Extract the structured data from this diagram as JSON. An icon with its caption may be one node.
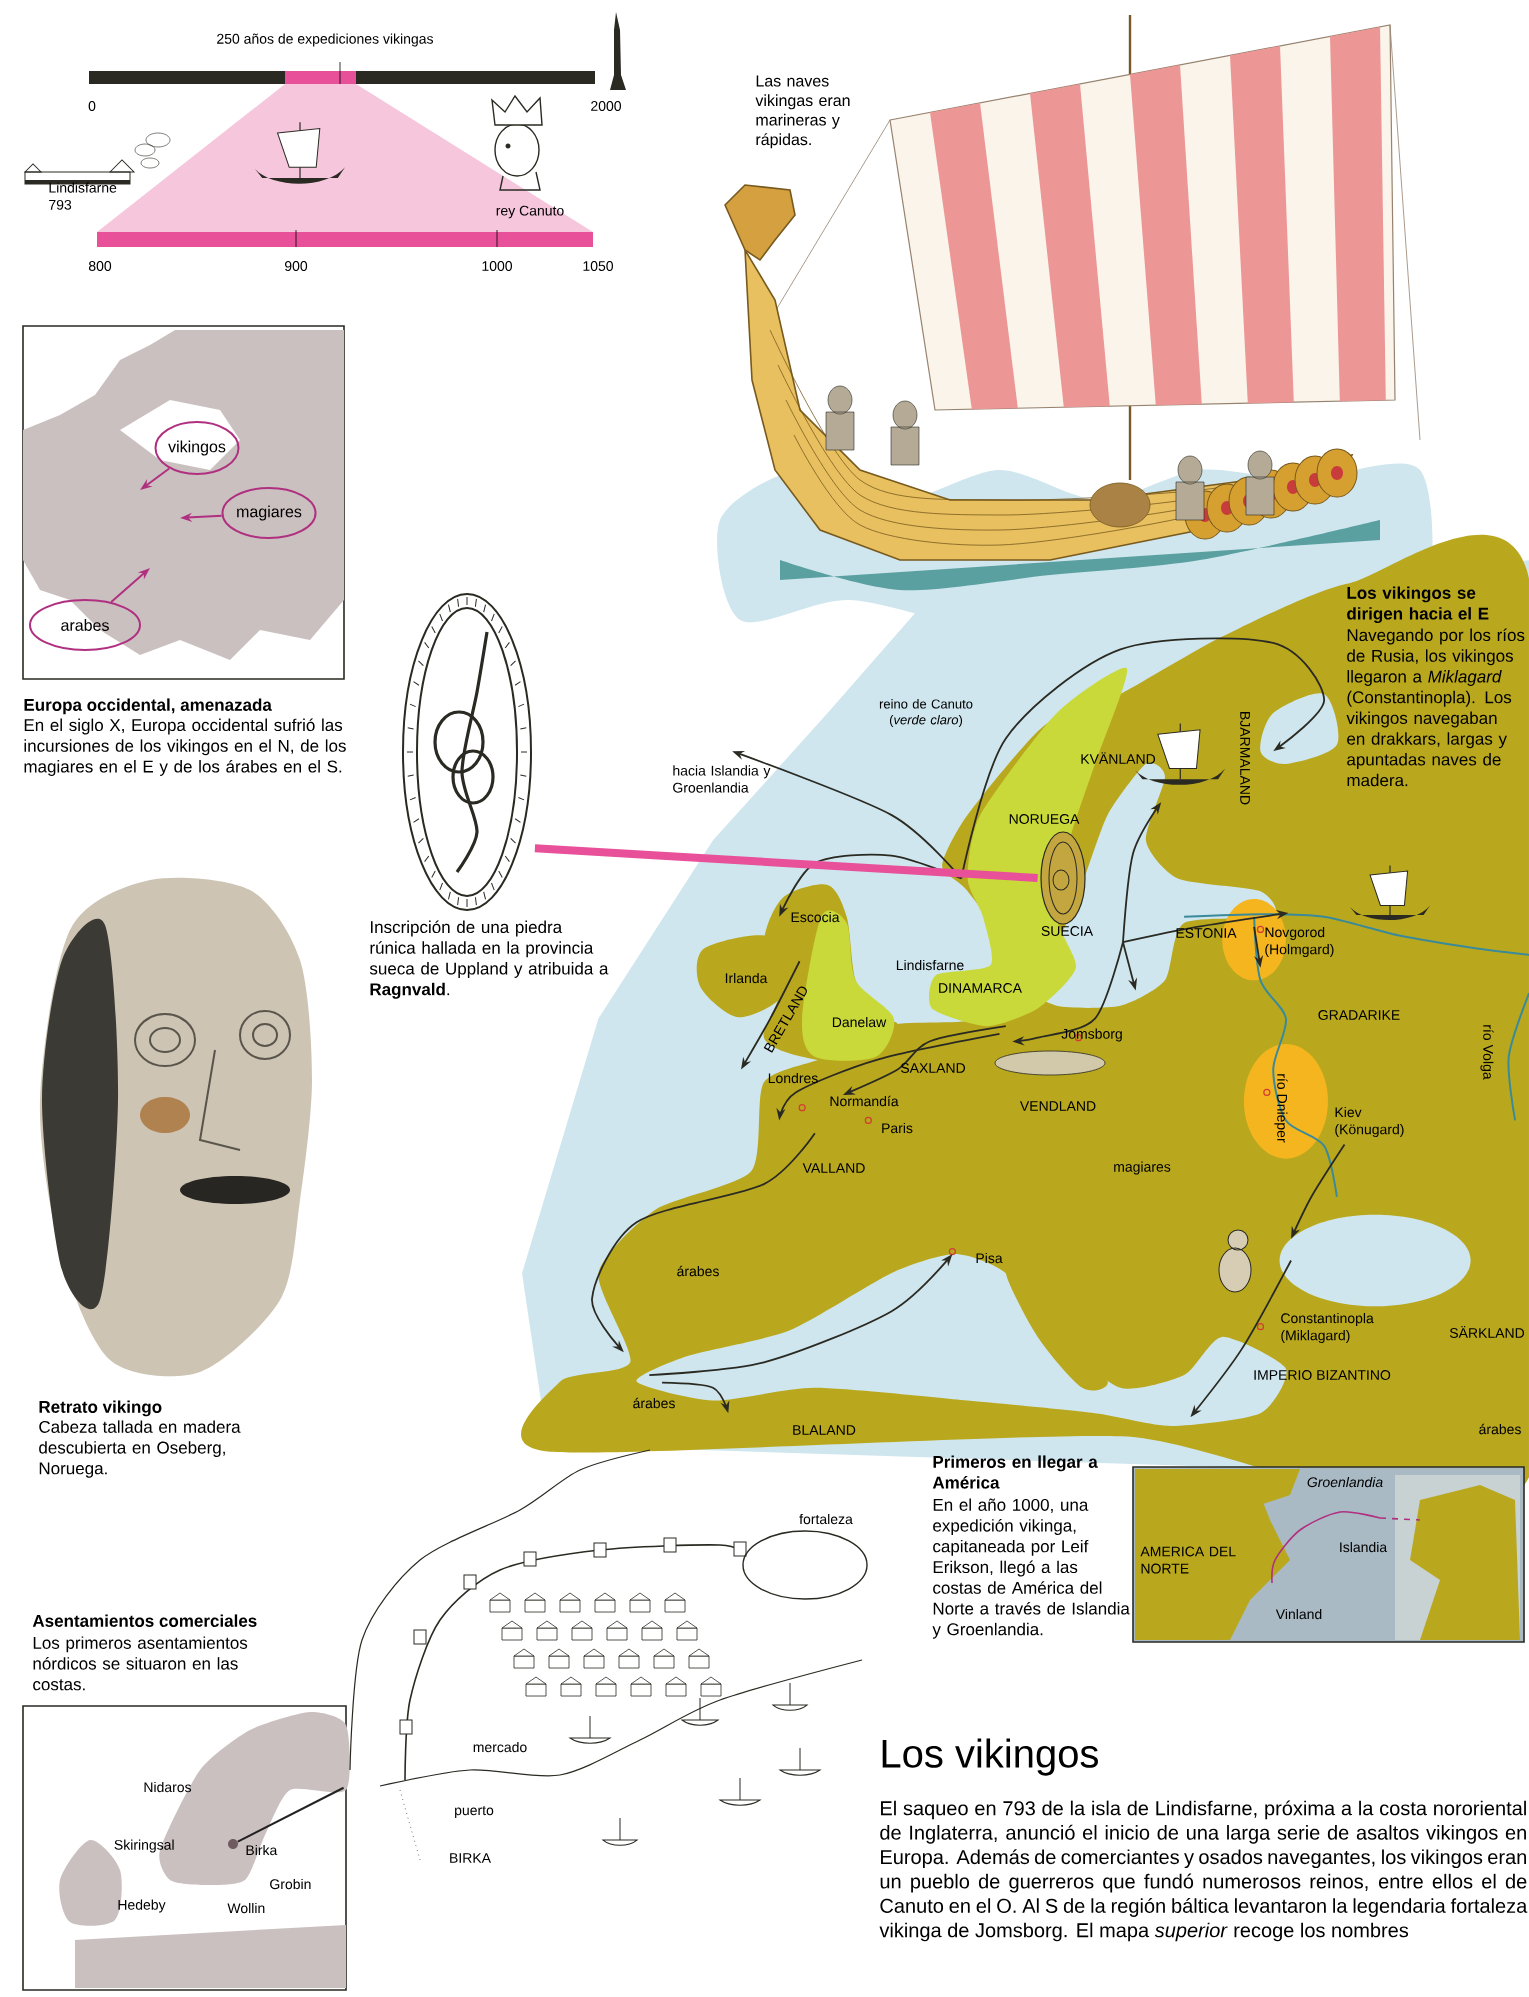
{
  "diagram": {
    "title": "Los vikingos",
    "nodes": [
      {
        "text": [
          "vikingos"
        ]
      },
      {
        "text": [
          "magiares"
        ]
      },
      {
        "text": [
          "arabes"
        ]
      },
      {
        "text": [],
        "shape": "picture",
        "beside": [
          "Inscripción de una piedra rúnica hallada en la provincia sueca de Uppland y atribuida a **Ragnvald**."
        ]
      },
      {
        "text": [],
        "shape": "picture"
      },
      {
        "text": [],
        "shape": "circle",
        "beside": [
          "Birka"
        ]
      },
      {
        "text": [],
        "shape": "picture"
      }
    ],
    "edges": [
      {
        "from": 0,
        "to": null,
        "arrow": "to"
      },
      {
        "from": 1,
        "to": null,
        "arrow": "to"
      },
      {
        "from": 2,
        "to": null,
        "arrow": "to"
      },
      {
        "from": 3,
        "to": 4,
        "arrow": "none",
        "style": "thick",
        "color": "#e8509a"
      },
      {
        "from": 5,
        "to": 6,
        "arrow": "none",
        "color": "#222222"
      }
    ],
    "labels": [
      "250 años de expediciones vikingas",
      "0",
      "2000",
      "Lindisfarne 793",
      "rey Canuto",
      "800",
      "900",
      "1000",
      "1050",
      "Las naves vikingas eran marineras y rápidas.",
      "Europa occidental, amenazada",
      "En el siglo X, Europa occidental sufrió las incursiones de los vikingos en el N, de los magiares en el E y de los árabes en el S.",
      "Retrato vikingo",
      "Cabeza tallada en madera descubierta en Oseberg, Noruega.",
      "Los vikingos se dirigen hacia el E",
      "Navegando por los ríos de Rusia, los vikingos llegaron a *Miklagard* (Constantinopla). Los vikingos navegaban en drakkars, largas y apuntadas naves de madera.",
      "reino de Canuto (*verde claro*)",
      "hacia Islandia y Groenlandia",
      "KVÄNLAND",
      "BJARMALAND",
      "NORUEGA",
      "Escocia",
      "SUECIA",
      "ESTONIA",
      "Novgorod (Holmgard)",
      "Irlanda",
      "Lindisfarne",
      "DINAMARCA",
      "BRETLAND",
      "Danelaw",
      "GRADARIKE",
      "río Volga",
      "Jomsborg",
      "Londres",
      "SAXLAND",
      "Normandía",
      "VENDLAND",
      "río Dnieper",
      "Kiev (Könugard)",
      "Paris",
      "VALLAND",
      "magiares",
      "árabes",
      "Pisa",
      "Constantinopla (Miklagard)",
      "SÄRKLAND",
      "IMPERIO BIZANTINO",
      "árabes",
      "BLALAND",
      "árabes",
      "Primeros en llegar a América",
      "En el año 1000, una expedición vikinga, capitaneada por Leif Erikson, llegó a las costas de América del Norte a través de Islandia y Groenlandia.",
      "Groenlandia",
      "AMERICA DEL NORTE",
      "Islandia",
      "Vinland",
      "fortaleza",
      "mercado",
      "puerto",
      "BIRKA",
      "Asentamientos comerciales",
      "Los primeros asentamientos nórdicos se situaron en las costas.",
      "Nidaros",
      "Skiringsal",
      "Grobin",
      "Hedeby",
      "Wollin",
      "El saqueo en 793 de la isla de Lindisfarne, próxima a la costa nororiental de Inglaterra, anunció el inicio de una larga serie de asaltos vikingos en Europa. Además de comerciantes y osados navegantes, los vikingos eran un pueblo de guerreros que fundó numerosos reinos, entre ellos el de Canuto en el O. Al S de la región báltica levantaron la legendaria fortaleza vikinga de Jomsborg. El mapa *superior* recoge los nombres"
    ]
  }
}
